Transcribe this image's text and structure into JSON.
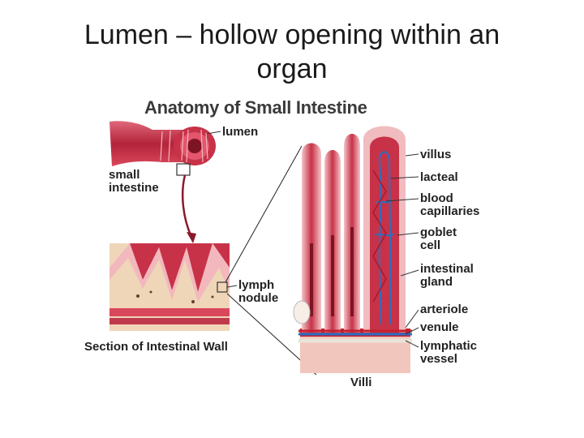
{
  "slide": {
    "title_line1": "Lumen – hollow opening within an",
    "title_line2": "organ"
  },
  "figure": {
    "title": "Anatomy of Small Intestine",
    "labels": {
      "lumen": "lumen",
      "small_intestine_1": "small",
      "small_intestine_2": "intestine",
      "lymph_nodule_1": "lymph",
      "lymph_nodule_2": "nodule",
      "section_caption": "Section of Intestinal Wall",
      "villi": "Villi",
      "villus": "villus",
      "lacteal": "lacteal",
      "blood_capillaries_1": "blood",
      "blood_capillaries_2": "capillaries",
      "goblet_cell_1": "goblet",
      "goblet_cell_2": "cell",
      "intestinal_gland_1": "intestinal",
      "intestinal_gland_2": "gland",
      "arteriole": "arteriole",
      "venule": "venule",
      "lymphatic_vessel_1": "lymphatic",
      "lymphatic_vessel_2": "vessel"
    },
    "colors": {
      "tissue_dark": "#b3243a",
      "tissue_mid": "#d9475c",
      "tissue_light": "#f2b8bd",
      "tissue_pale": "#f7dcd6",
      "vein_blue": "#2a6fc2",
      "artery_red": "#c41f2e",
      "wall_tan": "#e9c9a8"
    }
  }
}
